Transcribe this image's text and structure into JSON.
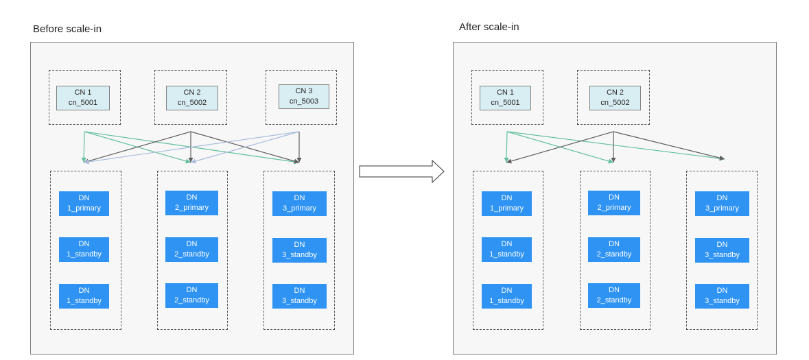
{
  "before": {
    "title": "Before scale-in",
    "cns": [
      {
        "name": "CN 1",
        "id": "cn_5001"
      },
      {
        "name": "CN 2",
        "id": "cn_5002"
      },
      {
        "name": "CN 3",
        "id": "cn_5003"
      }
    ],
    "dn_groups": [
      [
        "1_primary",
        "1_standby",
        "1_standby"
      ],
      [
        "2_primary",
        "2_standby",
        "2_standby"
      ],
      [
        "3_primary",
        "3_standby",
        "3_standby"
      ]
    ]
  },
  "after": {
    "title": "After scale-in",
    "cns": [
      {
        "name": "CN 1",
        "id": "cn_5001"
      },
      {
        "name": "CN 2",
        "id": "cn_5002"
      }
    ],
    "dn_groups": [
      [
        "1_primary",
        "1_standby",
        "1_standby"
      ],
      [
        "2_primary",
        "2_standby",
        "2_standby"
      ],
      [
        "3_primary",
        "3_standby",
        "3_standby"
      ]
    ]
  },
  "dn_prefix": "DN",
  "colors": {
    "panel_bg": "#f7f7f7",
    "cn_fill": "#d9eef3",
    "dn_fill": "#2e93f3",
    "edge_green": "#5fbf9a",
    "edge_gray": "#5f5f5f",
    "edge_lightblue": "#a9bcdc"
  }
}
